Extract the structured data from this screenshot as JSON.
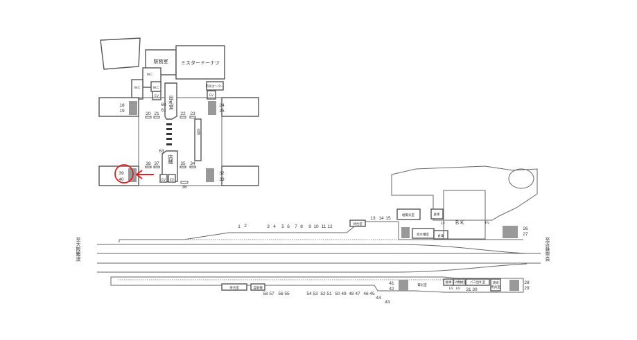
{
  "concourse": {
    "rooms": {
      "station_office": "駅務室",
      "mister_donut": "ミスタードーナツ",
      "wc1": "W.C",
      "wc2": "W.C",
      "wc3": "W.C",
      "ev1": "EV",
      "ev2": "EV",
      "ev3": "EV",
      "ev4": "EV",
      "center": "市民センター",
      "ticket_office": "出札室",
      "shop1": "店舗",
      "shop2": "店舗"
    },
    "numbers": [
      "18",
      "19",
      "20",
      "21",
      "60",
      "61",
      "22",
      "23",
      "24",
      "25",
      "63",
      "38",
      "37",
      "35",
      "34",
      "39",
      "40",
      "32",
      "33",
      "36"
    ],
    "highlight": {
      "target": "39-40",
      "color": "#e02020"
    }
  },
  "platform": {
    "upper_numbers": [
      "1",
      "2",
      "3",
      "4",
      "5",
      "6",
      "7",
      "8",
      "9",
      "10",
      "11",
      "12",
      "13",
      "14",
      "15"
    ],
    "lower_numbers": [
      "58",
      "57",
      "56",
      "55",
      "54",
      "53",
      "52",
      "51",
      "50",
      "49",
      "48",
      "47",
      "46",
      "45",
      "44",
      "43"
    ],
    "right_numbers": [
      "41",
      "42",
      "26",
      "27",
      "28",
      "29",
      "31",
      "30"
    ],
    "rooms": {
      "waiting_upper": "待合室",
      "relay_room": "継電気室",
      "storage1": "倉庫",
      "water_tank": "受水槽室",
      "storage2": "倉庫",
      "bk": "ＢＫ",
      "ev_a": "EV",
      "ev_b": "EV",
      "waiting_lower": "待合室",
      "vending": "自販機",
      "electric": "電気室",
      "storage3": "倉庫",
      "ev_machine": "EV機械室",
      "bus_ticket": "バス出札室",
      "cleaning_1": "清掃",
      "cleaning_2": "用具室",
      "ev_c": "EV",
      "ev_d": "EV"
    },
    "direction_left": "至大阪難波",
    "direction_right": "至近鉄奈良"
  }
}
